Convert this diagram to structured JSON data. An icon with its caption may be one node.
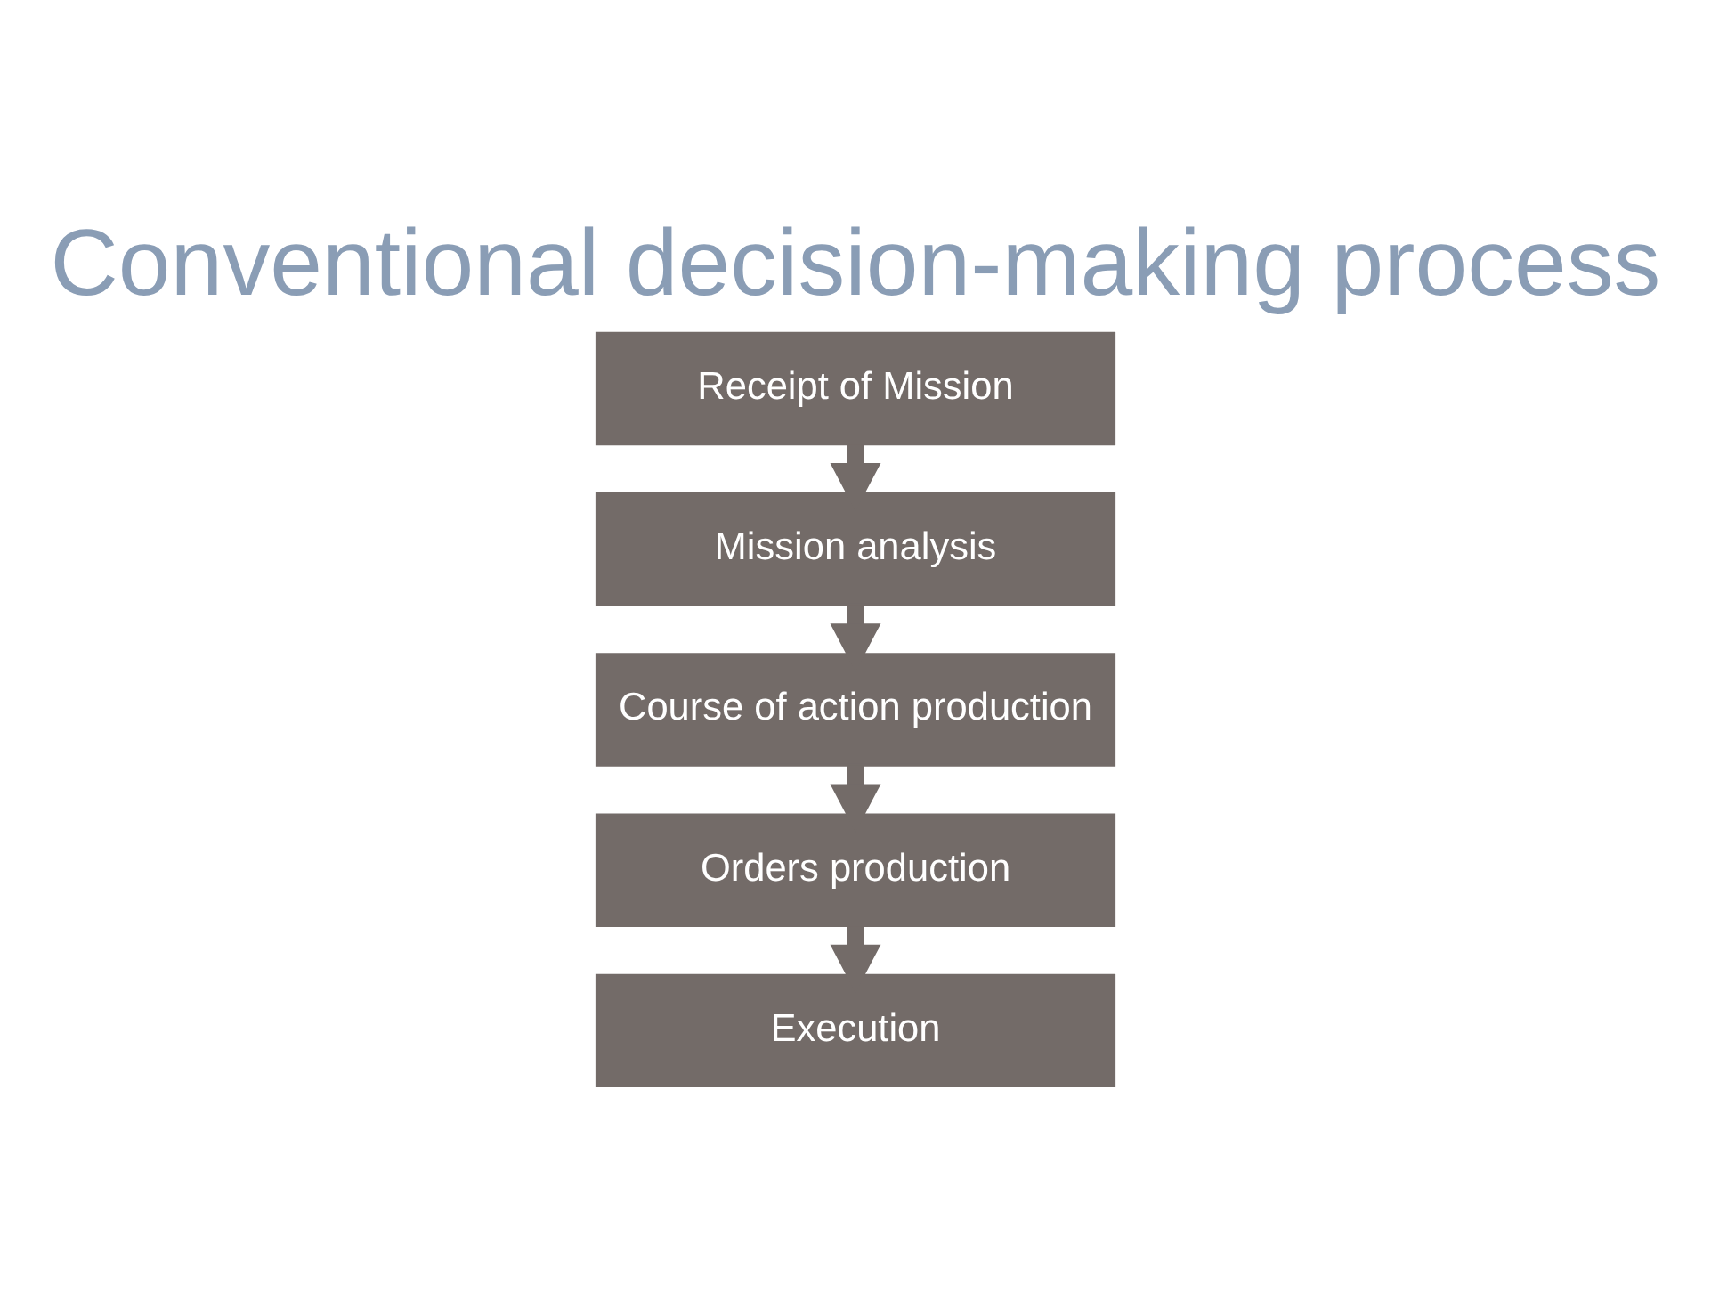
{
  "diagram": {
    "title": "Conventional decision-making process",
    "nodes": [
      {
        "text": [
          "Receipt of Mission"
        ]
      },
      {
        "text": [
          "Mission analysis"
        ]
      },
      {
        "text": [
          "Course of action production"
        ]
      },
      {
        "text": [
          "Orders production"
        ]
      },
      {
        "text": [
          "Execution"
        ]
      }
    ],
    "edges": [
      {
        "from": 0,
        "to": 1,
        "arrow": "to"
      },
      {
        "from": 1,
        "to": 2,
        "arrow": "to"
      },
      {
        "from": 2,
        "to": 3,
        "arrow": "to"
      },
      {
        "from": 3,
        "to": 4,
        "arrow": "to"
      }
    ]
  }
}
